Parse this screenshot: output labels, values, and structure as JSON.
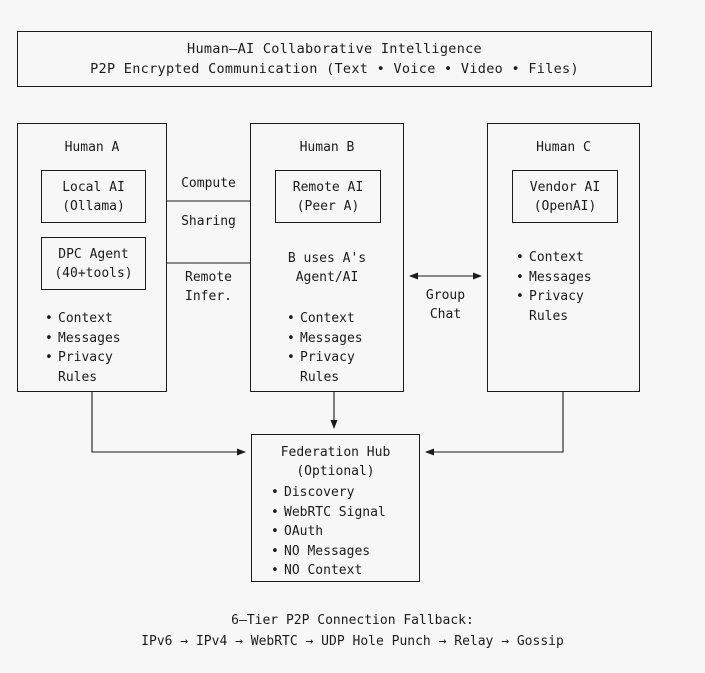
{
  "banner": {
    "line1": "Human–AI Collaborative Intelligence",
    "line2": "P2P Encrypted Communication (Text • Voice • Video • Files)"
  },
  "people": {
    "a": {
      "title": "Human A",
      "ai_box": {
        "line1": "Local AI",
        "line2": "(Ollama)"
      },
      "agent_box": {
        "line1": "DPC Agent",
        "line2": "(40+tools)"
      },
      "bullets": [
        "Context",
        "Messages",
        "Privacy",
        "Rules"
      ]
    },
    "b": {
      "title": "Human B",
      "ai_box": {
        "line1": "Remote AI",
        "line2": "(Peer A)"
      },
      "note": "B uses A's\nAgent/AI",
      "bullets": [
        "Context",
        "Messages",
        "Privacy",
        "Rules"
      ]
    },
    "c": {
      "title": "Human C",
      "ai_box": {
        "line1": "Vendor AI",
        "line2": "(OpenAI)"
      },
      "bullets": [
        "Context",
        "Messages",
        "Privacy",
        "Rules"
      ]
    }
  },
  "edges": {
    "compute": "Compute",
    "sharing": "Sharing",
    "remote_infer": "Remote\nInfer.",
    "group_chat": "Group\nChat"
  },
  "hub": {
    "title_line1": "Federation Hub",
    "title_line2": "(Optional)",
    "bullets": [
      "Discovery",
      "WebRTC Signal",
      "OAuth",
      "NO Messages",
      "NO Context"
    ]
  },
  "footer": {
    "line1": "6–Tier P2P Connection Fallback:",
    "line2": "IPv6 → IPv4 → WebRTC → UDP Hole Punch → Relay → Gossip"
  },
  "colors": {
    "background": "#f7f7f7",
    "stroke": "#1b1b1b",
    "text": "#1b1b1b"
  }
}
